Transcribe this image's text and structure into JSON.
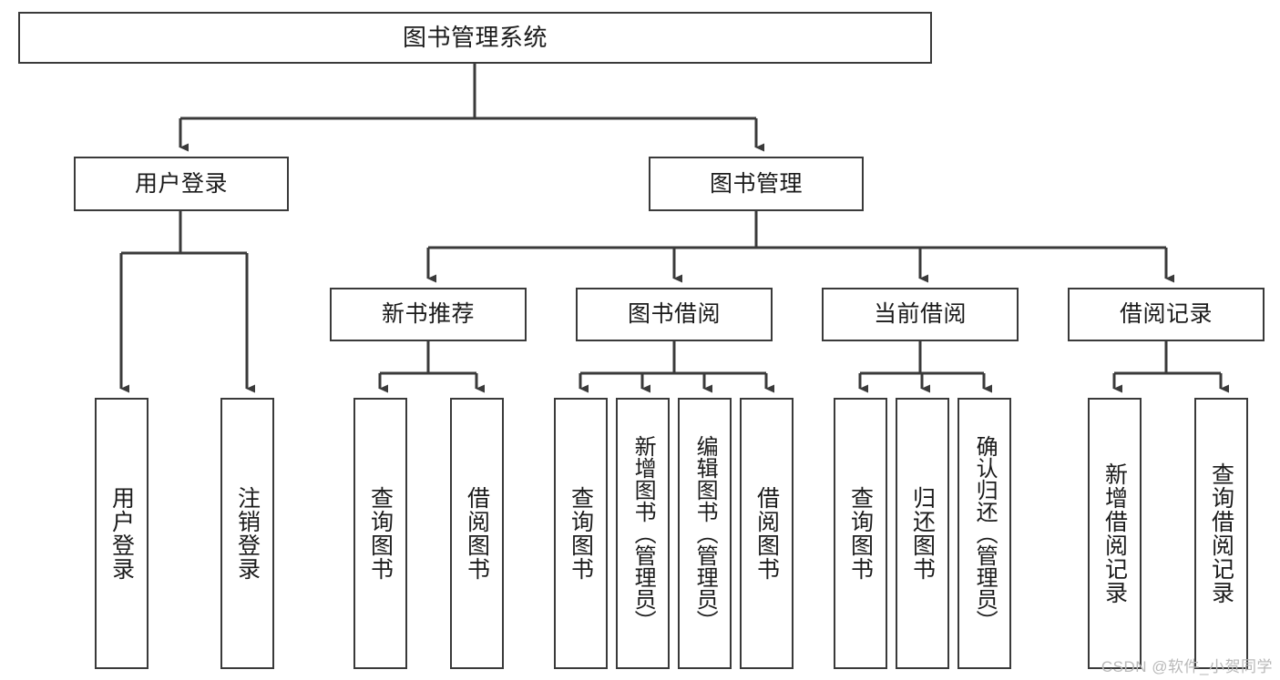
{
  "diagram": {
    "type": "hierarchy-tree",
    "title": "图书管理系统",
    "watermark": "CSDN @软件_小贺同学",
    "colors": {
      "stroke": "#3a3a3a",
      "fill": "#ffffff",
      "text": "#1b1b1b",
      "watermark": "#b9b9b9"
    },
    "nodes": {
      "root": {
        "label": "图书管理系统"
      },
      "level2": [
        {
          "id": "user-login",
          "label": "用户登录"
        },
        {
          "id": "book-manage",
          "label": "图书管理"
        }
      ],
      "level3": [
        {
          "id": "new-book-rec",
          "label": "新书推荐"
        },
        {
          "id": "book-borrow",
          "label": "图书借阅"
        },
        {
          "id": "current-borrow",
          "label": "当前借阅"
        },
        {
          "id": "borrow-record",
          "label": "借阅记录"
        }
      ],
      "leaves": {
        "user-login": [
          {
            "id": "leaf-user-login",
            "label": "用户登录"
          },
          {
            "id": "leaf-logout",
            "label": "注销登录"
          }
        ],
        "new-book-rec": [
          {
            "id": "leaf-query-book-1",
            "label": "查询图书"
          },
          {
            "id": "leaf-borrow-book-1",
            "label": "借阅图书"
          }
        ],
        "book-borrow": [
          {
            "id": "leaf-query-book-2",
            "label": "查询图书"
          },
          {
            "id": "leaf-add-book",
            "label": "新增图书（管理员）"
          },
          {
            "id": "leaf-edit-book",
            "label": "编辑图书（管理员）"
          },
          {
            "id": "leaf-borrow-book-2",
            "label": "借阅图书"
          }
        ],
        "current-borrow": [
          {
            "id": "leaf-query-book-3",
            "label": "查询图书"
          },
          {
            "id": "leaf-return-book",
            "label": "归还图书"
          },
          {
            "id": "leaf-confirm-return",
            "label": "确认归还（管理员）"
          }
        ],
        "borrow-record": [
          {
            "id": "leaf-add-record",
            "label": "新增借阅记录"
          },
          {
            "id": "leaf-query-record",
            "label": "查询借阅记录"
          }
        ]
      }
    }
  }
}
